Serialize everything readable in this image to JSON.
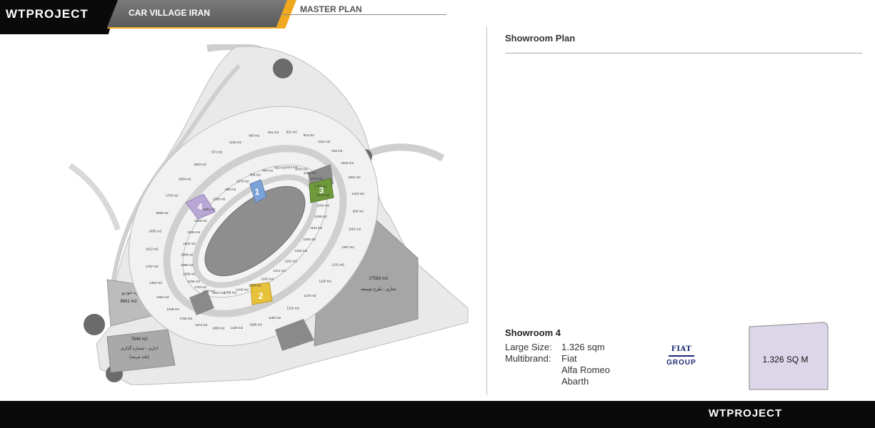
{
  "header": {
    "brand_prefix": "WT",
    "brand_suffix": "PROJECT",
    "project": "CAR VILLAGE IRAN",
    "section": "MASTER PLAN"
  },
  "plan": {
    "title": "Showroom  Plan",
    "zones": [
      {
        "label": "1",
        "color": "#7ba3d8"
      },
      {
        "label": "2",
        "color": "#e6c23a"
      },
      {
        "label": "3",
        "color": "#6e9a3c"
      },
      {
        "label": "4",
        "color": "#b8a6d4"
      }
    ],
    "text_labels": {
      "museum_name": "موزه خودرو",
      "museum_area": "8861 m2",
      "commercial_area": "27583 m2",
      "commercial_name": "تجاری - طرح توسعه",
      "office_area": "7848 m2",
      "office_name": "اداری - شماره گذاری",
      "office_sub": "(بلند مرتبه)"
    },
    "plot_areas": [
      "1723 m2",
      "1843 m2",
      "1758 m2",
      "1681 m2",
      "1476 m2",
      "1423 m2",
      "1042 m2",
      "929 m2",
      "1188 m2",
      "1161 m2",
      "1103 m2",
      "1067 m2",
      "1204 m2",
      "1231 m2",
      "1264 m2",
      "1220 m2",
      "1162 m2",
      "1170 m2",
      "1214 m2",
      "1215 m2",
      "1262 m2",
      "1180 m2",
      "1329 m2",
      "1586 m2",
      "1443 m2",
      "1428 m2",
      "1305 m2",
      "1366 m2",
      "1527 m2",
      "1674 m2",
      "1348 m2",
      "1783 m2",
      "1723 m2",
      "1348 m2",
      "1330 m2",
      "1262 m2",
      "1269 m2",
      "1362 m2",
      "1395 m2",
      "1787 m2",
      "1808 m2",
      "1612 m2",
      "1823 m2",
      "2455 m2",
      "3340 m2",
      "4538 m2",
      "1926 m2",
      "1733 m2",
      "1591 m2",
      "1054 m2",
      "1089 m2",
      "1053 m2",
      "899 m2",
      "971 m2",
      "1570 m2",
      "1135 m2",
      "959 m2",
      "960 m2",
      "940 m2",
      "841 m2",
      "832 m2",
      "931 m2",
      "1223 m2",
      "814 m2",
      "1033 m2",
      "1121 m2",
      "1181 m2",
      "816 m2"
    ]
  },
  "showroom": {
    "title": "Showroom  4",
    "rows": [
      {
        "label": "Large Size:",
        "value": "1.326 sqm"
      },
      {
        "label": "Multibrand:",
        "value": "Fiat"
      },
      {
        "label": "",
        "value": "Alfa Romeo"
      },
      {
        "label": "",
        "value": "Abarth"
      }
    ],
    "logo_top": "FIAT",
    "logo_bottom": "GROUP",
    "size_label": "1.326 SQ M",
    "size_card_color": "#dcd6e8"
  },
  "footer": {
    "brand_prefix": "WT",
    "brand_suffix": "PROJECT"
  }
}
